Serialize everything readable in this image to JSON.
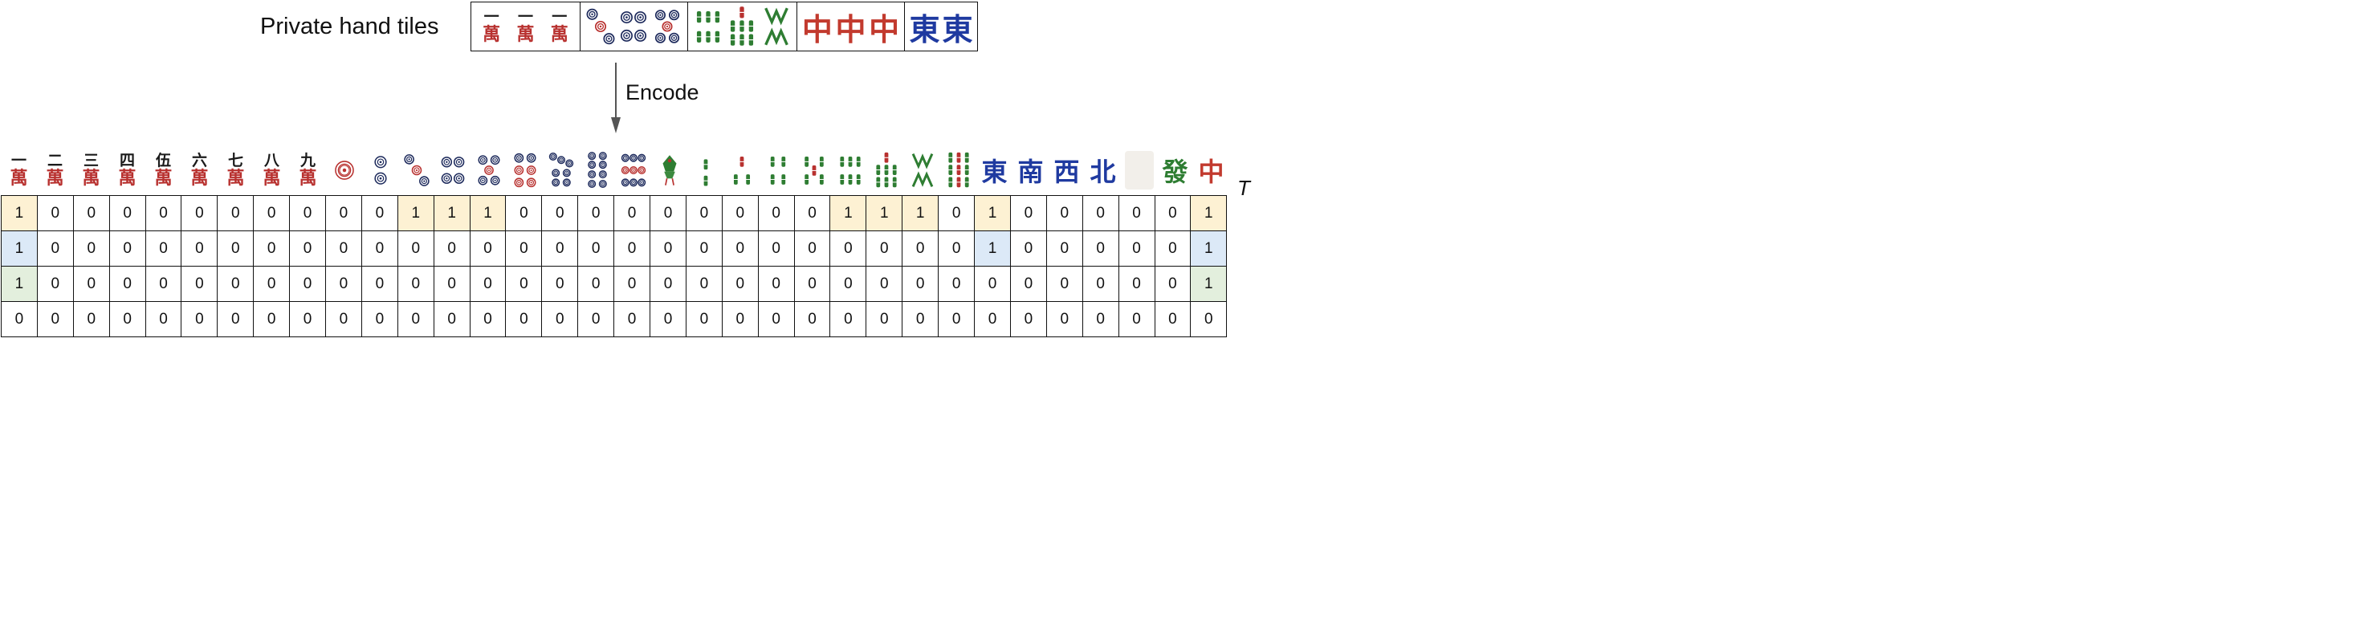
{
  "header": {
    "label": "Private hand tiles"
  },
  "encode_label": "Encode",
  "t_label": "T",
  "hand": {
    "groups": [
      {
        "kind": "man",
        "tiles": [
          {
            "num": "一",
            "suit": "萬"
          },
          {
            "num": "一",
            "suit": "萬"
          },
          {
            "num": "一",
            "suit": "萬"
          }
        ]
      },
      {
        "kind": "pin",
        "tiles": [
          {
            "n": 3
          },
          {
            "n": 4
          },
          {
            "n": 5
          }
        ]
      },
      {
        "kind": "sou",
        "tiles": [
          {
            "n": 6
          },
          {
            "n": 7
          },
          {
            "n": 8
          }
        ]
      },
      {
        "kind": "dragon",
        "tiles": [
          {
            "char": "中",
            "color": "#c23a2e"
          },
          {
            "char": "中",
            "color": "#c23a2e"
          },
          {
            "char": "中",
            "color": "#c23a2e"
          }
        ]
      },
      {
        "kind": "wind",
        "tiles": [
          {
            "char": "東",
            "color": "#1f3aa0"
          },
          {
            "char": "東",
            "color": "#1f3aa0"
          }
        ]
      }
    ]
  },
  "tiles_row": {
    "man": [
      {
        "num": "一",
        "suit": "萬"
      },
      {
        "num": "二",
        "suit": "萬"
      },
      {
        "num": "三",
        "suit": "萬"
      },
      {
        "num": "四",
        "suit": "萬"
      },
      {
        "num": "伍",
        "suit": "萬"
      },
      {
        "num": "六",
        "suit": "萬"
      },
      {
        "num": "七",
        "suit": "萬"
      },
      {
        "num": "八",
        "suit": "萬"
      },
      {
        "num": "九",
        "suit": "萬"
      }
    ],
    "pin": [
      1,
      2,
      3,
      4,
      5,
      6,
      7,
      8,
      9
    ],
    "sou": [
      1,
      2,
      3,
      4,
      5,
      6,
      7,
      8,
      9
    ],
    "honors": [
      {
        "char": "東",
        "color": "#1f3aa0"
      },
      {
        "char": "南",
        "color": "#1f3aa0"
      },
      {
        "char": "西",
        "color": "#1f3aa0"
      },
      {
        "char": "北",
        "color": "#1f3aa0"
      },
      {
        "char": "",
        "color": "#f2efea"
      },
      {
        "char": "發",
        "color": "#2e7d32"
      },
      {
        "char": "中",
        "color": "#c23a2e"
      }
    ]
  },
  "colors": {
    "highlight_yellow": "#fdf1d3",
    "highlight_blue": "#dce9f7",
    "highlight_green": "#e3efdd"
  },
  "matrix": {
    "rows": [
      [
        "1",
        "0",
        "0",
        "0",
        "0",
        "0",
        "0",
        "0",
        "0",
        "0",
        "0",
        "1",
        "1",
        "1",
        "0",
        "0",
        "0",
        "0",
        "0",
        "0",
        "0",
        "0",
        "0",
        "1",
        "1",
        "1",
        "0",
        "1",
        "0",
        "0",
        "0",
        "0",
        "0",
        "1"
      ],
      [
        "1",
        "0",
        "0",
        "0",
        "0",
        "0",
        "0",
        "0",
        "0",
        "0",
        "0",
        "0",
        "0",
        "0",
        "0",
        "0",
        "0",
        "0",
        "0",
        "0",
        "0",
        "0",
        "0",
        "0",
        "0",
        "0",
        "0",
        "1",
        "0",
        "0",
        "0",
        "0",
        "0",
        "1"
      ],
      [
        "1",
        "0",
        "0",
        "0",
        "0",
        "0",
        "0",
        "0",
        "0",
        "0",
        "0",
        "0",
        "0",
        "0",
        "0",
        "0",
        "0",
        "0",
        "0",
        "0",
        "0",
        "0",
        "0",
        "0",
        "0",
        "0",
        "0",
        "0",
        "0",
        "0",
        "0",
        "0",
        "0",
        "1"
      ],
      [
        "0",
        "0",
        "0",
        "0",
        "0",
        "0",
        "0",
        "0",
        "0",
        "0",
        "0",
        "0",
        "0",
        "0",
        "0",
        "0",
        "0",
        "0",
        "0",
        "0",
        "0",
        "0",
        "0",
        "0",
        "0",
        "0",
        "0",
        "0",
        "0",
        "0",
        "0",
        "0",
        "0",
        "0"
      ]
    ],
    "highlight": [
      {
        "row": 0,
        "cols": [
          0,
          11,
          12,
          13,
          23,
          24,
          25,
          27,
          33
        ],
        "color": "yellow"
      },
      {
        "row": 1,
        "cols": [
          0,
          27,
          33
        ],
        "color": "blue"
      },
      {
        "row": 2,
        "cols": [
          0,
          33
        ],
        "color": "green"
      }
    ]
  }
}
